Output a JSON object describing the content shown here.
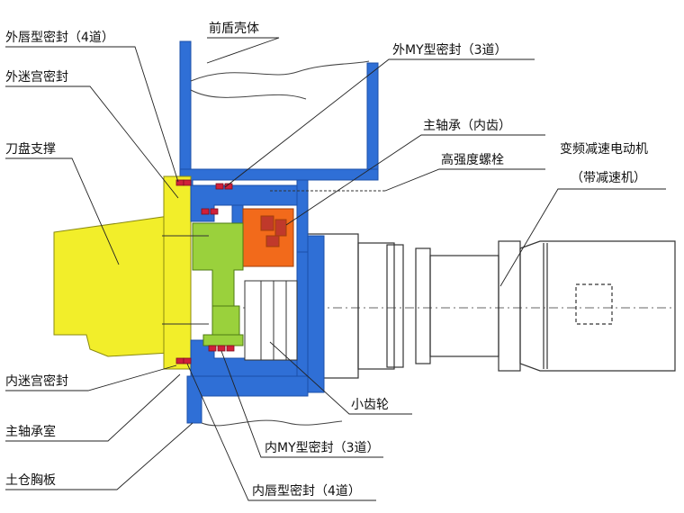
{
  "diagram": {
    "labels": {
      "outer_lip_seal": "外唇型密封（4道）",
      "front_shield_shell": "前盾壳体",
      "outer_my_seal": "外MY型密封（3道）",
      "outer_labyrinth_seal": "外迷宫密封",
      "main_bearing": "主轴承（内齿）",
      "high_strength_bolt": "高强度螺栓",
      "vfd_motor": "变频减速电动机",
      "vfd_motor_sub": "（带减速机）",
      "cutterhead_support": "刀盘支撑",
      "inner_labyrinth_seal": "内迷宫密封",
      "small_pinion": "小齿轮",
      "main_bearing_housing": "主轴承室",
      "inner_my_seal": "内MY型密封（3道）",
      "bulkhead": "土仓胸板",
      "inner_lip_seal": "内唇型密封（4道）"
    },
    "colors": {
      "shell_blue": "#2f6fd6",
      "support_yellow": "#f2ee2a",
      "pinion_green": "#9ad13c",
      "bearing_orange": "#f26a1b",
      "seal_red": "#d0203a",
      "leader": "#222222"
    }
  }
}
